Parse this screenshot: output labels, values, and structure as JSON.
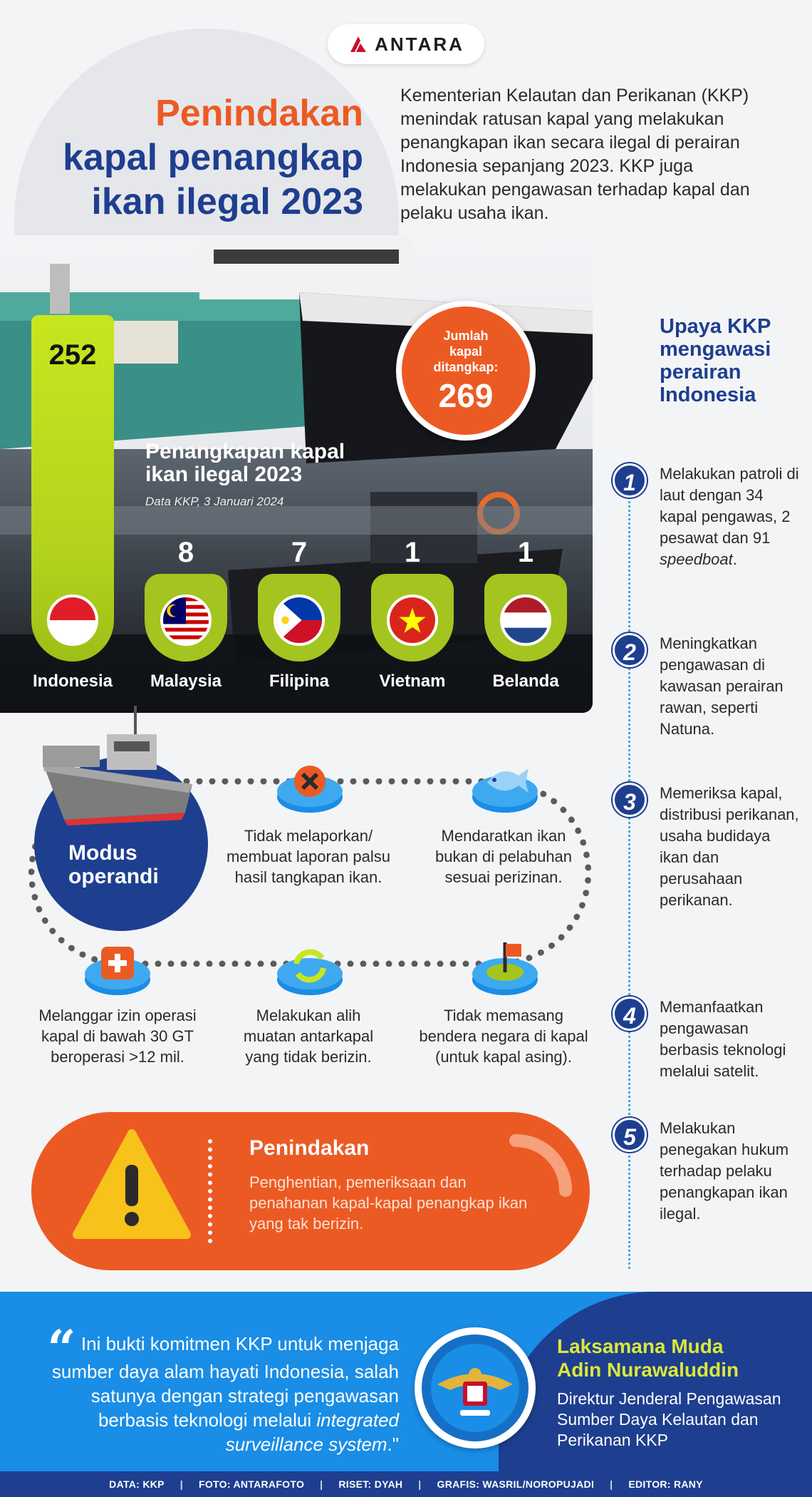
{
  "brand": {
    "logo_text": "ANTARA"
  },
  "header": {
    "title_line1": "Penindakan",
    "title_line2": "kapal penangkap",
    "title_line3": "ikan ilegal 2023",
    "intro": "Kementerian Kelautan dan Perikanan (KKP) menindak ratusan kapal yang melakukan penangkapan ikan secara ilegal di perairan Indonesia sepanjang 2023. KKP juga melakukan pengawasan terhadap kapal dan pelaku usaha ikan."
  },
  "badge": {
    "label_l1": "Jumlah",
    "label_l2": "kapal",
    "label_l3": "ditangkap:",
    "value": "269"
  },
  "chart_data": {
    "type": "bar",
    "title": "Penangkapan kapal ikan ilegal 2023",
    "subtitle": "Data KKP, 3 Januari 2024",
    "categories": [
      "Indonesia",
      "Malaysia",
      "Filipina",
      "Vietnam",
      "Belanda"
    ],
    "values": [
      252,
      8,
      7,
      1,
      1
    ]
  },
  "upaya": {
    "title": "Upaya KKP mengawasi perairan Indonesia",
    "steps": [
      {
        "num": "1",
        "text": "Melakukan patroli di laut dengan 34 kapal pengawas, 2 pesawat dan 91 ",
        "em": "speedboat",
        "end": "."
      },
      {
        "num": "2",
        "text": "Meningkatkan pengawasan di kawasan perairan rawan, seperti Natuna."
      },
      {
        "num": "3",
        "text": "Memeriksa kapal, distribusi perikanan, usaha budidaya ikan dan perusahaan perikanan."
      },
      {
        "num": "4",
        "text": "Memanfaatkan pengawasan berbasis teknologi melalui satelit."
      },
      {
        "num": "5",
        "text": "Melakukan penegakan hukum terhadap pelaku penangkapan ikan ilegal."
      }
    ]
  },
  "modus": {
    "title_l1": "Modus",
    "title_l2": "operandi",
    "items": [
      {
        "l1": "Tidak melaporkan/",
        "l2": "membuat laporan palsu",
        "l3": "hasil tangkapan ikan."
      },
      {
        "l1": "Mendaratkan ikan",
        "l2": "bukan di pelabuhan",
        "l3": "sesuai perizinan."
      },
      {
        "l1": "Melanggar izin operasi",
        "l2": "kapal di bawah 30 GT",
        "l3": "beroperasi >12 mil."
      },
      {
        "l1": "Melakukan alih",
        "l2": "muatan antarkapal",
        "l3": "yang tidak berizin."
      },
      {
        "l1": "Tidak memasang",
        "l2": "bendera negara di kapal",
        "l3": "(untuk kapal asing)."
      }
    ]
  },
  "penindakan": {
    "title": "Penindakan",
    "desc": "Penghentian, pemeriksaan dan penahanan kapal-kapal penangkap ikan yang tak berizin."
  },
  "quote": {
    "mark": "“",
    "text": "Ini bukti komitmen KKP untuk menjaga sumber daya alam hayati Indonesia, salah satunya dengan strategi pengawasan berbasis teknologi melalui ",
    "em": "integrated surveillance system",
    "end": ".\"",
    "name_l1": "Laksamana Muda",
    "name_l2": "Adin Nurawaluddin",
    "role": "Direktur Jenderal Pengawasan Sumber Daya Kelautan dan Perikanan KKP"
  },
  "footer": {
    "items": [
      "DATA: KKP",
      "FOTO: ANTARAFOTO",
      "RISET: DYAH",
      "GRAFIS: WASRIL/NOROPUJADI",
      "EDITOR: RANY"
    ],
    "sep": "|"
  },
  "colors": {
    "orange": "#ec5a24",
    "navy": "#1e3f8f",
    "lime": "#a4c51f",
    "blue": "#1a8de6"
  }
}
